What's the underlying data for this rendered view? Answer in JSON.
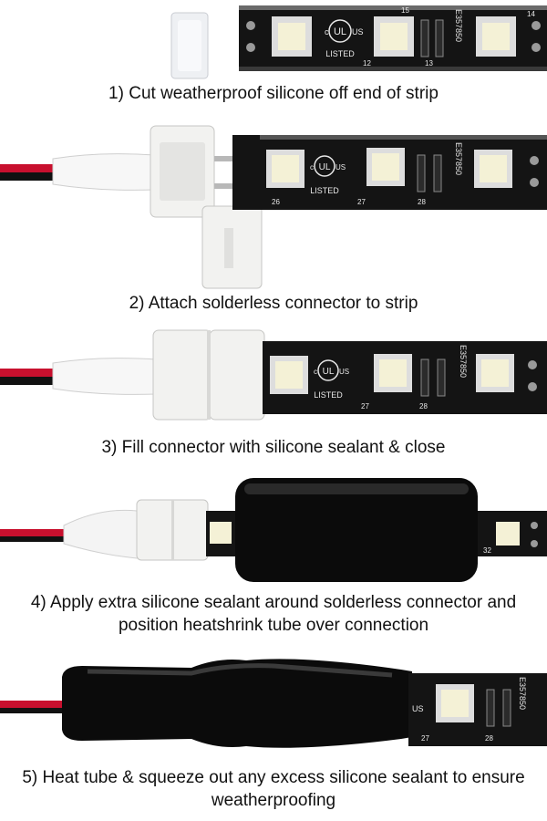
{
  "steps": [
    {
      "caption": "1) Cut weatherproof silicone off end of strip",
      "strip_marks": [
        "LISTED",
        "c",
        "US",
        "E357850",
        "12",
        "13",
        "14",
        "15"
      ]
    },
    {
      "caption": "2) Attach solderless connector to strip",
      "strip_marks": [
        "LISTED",
        "c",
        "US",
        "E357850",
        "26",
        "27",
        "28"
      ]
    },
    {
      "caption": "3) Fill connector with silicone sealant & close",
      "strip_marks": [
        "LISTED",
        "c",
        "US",
        "E357850",
        "27",
        "28"
      ]
    },
    {
      "caption": "4) Apply extra silicone sealant around solderless connector and position heatshrink tube over connection",
      "strip_marks": [
        "32"
      ]
    },
    {
      "caption": "5) Heat tube & squeeze out any excess silicone sealant to ensure weatherproofing",
      "strip_marks": [
        "US",
        "E357850",
        "27",
        "28"
      ]
    }
  ],
  "colors": {
    "strip": "#141414",
    "led": "#f4f1d6",
    "connector": "#f2f2f0",
    "wire_red": "#c8102e",
    "wire_black": "#111111",
    "heatshrink": "#0b0b0b"
  }
}
